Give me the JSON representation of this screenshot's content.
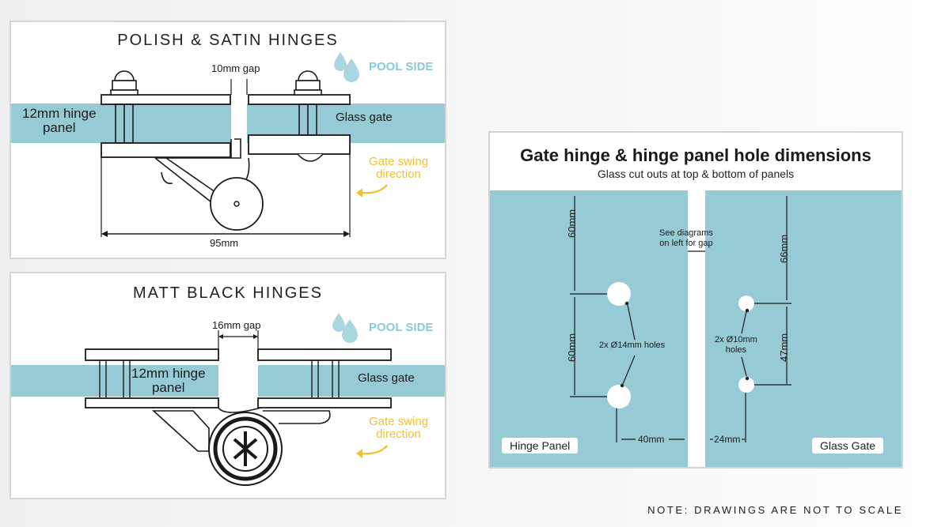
{
  "polish": {
    "title": "POLISH & SATIN HINGES",
    "gap": "10mm gap",
    "pool_side": "POOL SIDE",
    "panel_label_1": "12mm hinge",
    "panel_label_2": "panel",
    "glass_gate": "Glass gate",
    "swing_1": "Gate swing",
    "swing_2": "direction",
    "width": "95mm"
  },
  "matt": {
    "title": "MATT BLACK HINGES",
    "gap": "16mm gap",
    "pool_side": "POOL SIDE",
    "panel_label_1": "12mm hinge",
    "panel_label_2": "panel",
    "glass_gate": "Glass gate",
    "swing_1": "Gate swing",
    "swing_2": "direction"
  },
  "dims": {
    "title": "Gate hinge & hinge panel hole dimensions",
    "subtitle": "Glass cut outs at top & bottom of panels",
    "see_1": "See diagrams",
    "see_2": "on left for gap",
    "left_top": "60mm",
    "left_mid": "60mm",
    "left_holes": "2x Ø14mm holes",
    "left_bottom": "40mm",
    "right_top": "66mm",
    "right_mid": "47mm",
    "right_holes_1": "2x Ø10mm",
    "right_holes_2": "holes",
    "right_bottom": "24mm",
    "hinge_panel": "Hinge Panel",
    "glass_gate": "Glass Gate"
  },
  "note": "NOTE: DRAWINGS ARE NOT TO SCALE",
  "colors": {
    "glass": "#96cbd6",
    "pool": "#8ac9d8",
    "swing": "#f2c12e",
    "line": "#1a1a1a"
  }
}
